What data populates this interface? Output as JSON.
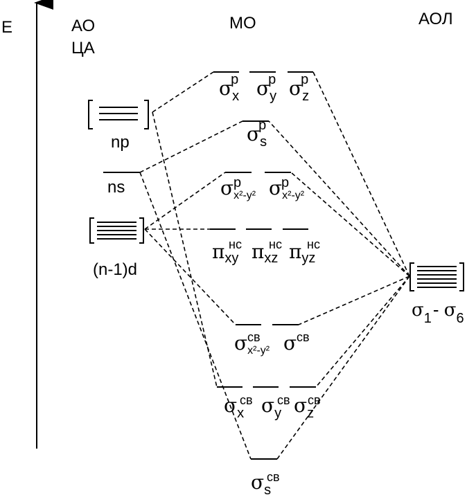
{
  "axis": {
    "energy_label": "E"
  },
  "headers": {
    "left_line1": "АО",
    "left_line2": "ЦА",
    "middle": "МО",
    "right": "АОЛ"
  },
  "central_atom_levels": {
    "np": "np",
    "ns": "ns",
    "nd": "(n-1)d"
  },
  "ligand_group": {
    "label_sigma1": "σ",
    "sub1": "1",
    "dash": "- ",
    "label_sigma6": "σ",
    "sub6": "6"
  },
  "mo_labels": {
    "sigma_p_xyz": {
      "x": "x",
      "y": "y",
      "z": "z",
      "sup": "p",
      "sym": "σ"
    },
    "sigma_s_p": {
      "sym": "σ",
      "sub": "s",
      "sup": "p"
    },
    "sigma_d_p": {
      "sub1": "x²-y²",
      "sub2": "x²-y²",
      "sup": "p",
      "sym": "σ"
    },
    "pi_nonbonding": {
      "sym": "π",
      "xy": "xy",
      "xz": "xz",
      "yz": "yz",
      "sup": "нс"
    },
    "sigma_d_cb": {
      "sym": "σ",
      "sub": "x²-y²",
      "sup": "св",
      "sup2": "св"
    },
    "sigma_p_cb": {
      "sym": "σ",
      "x": "x",
      "y": "y",
      "z": "z",
      "sup": "св"
    },
    "sigma_s_cb": {
      "sym": "σ",
      "sub": "s",
      "sup": "св"
    }
  }
}
